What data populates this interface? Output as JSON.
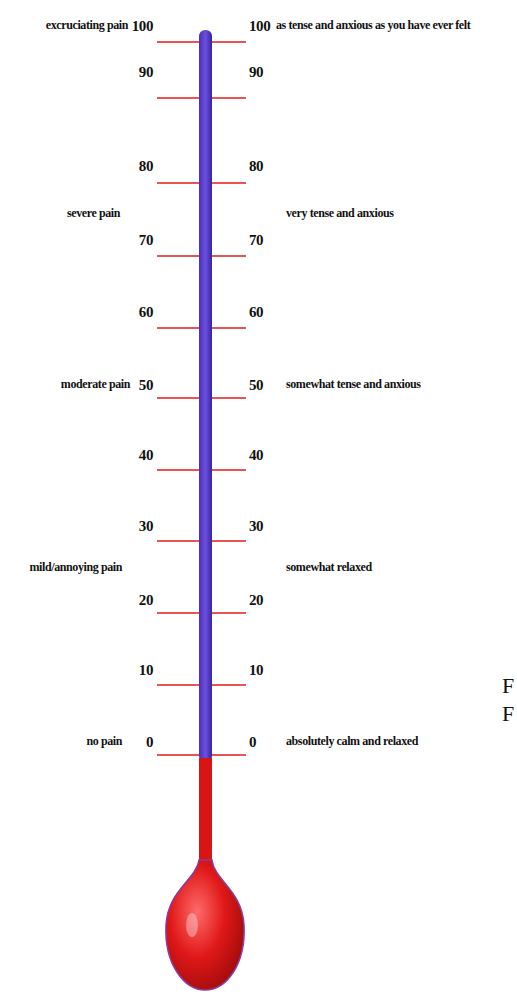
{
  "diagram": {
    "labels": [
      "excruciating pain",
      "100",
      "100",
      "as tense and anxious as you have ever felt",
      "90",
      "90",
      "80",
      "80",
      "severe pain",
      "very tense and anxious",
      "70",
      "70",
      "60",
      "60",
      "moderate pain",
      "50",
      "50",
      "somewhat tense and anxious",
      "40",
      "40",
      "30",
      "30",
      "mild/annoying pain",
      "somewhat relaxed",
      "20",
      "20",
      "10",
      "10",
      "no pain",
      "0",
      "0",
      "absolutely calm and relaxed",
      "F",
      "F"
    ]
  }
}
